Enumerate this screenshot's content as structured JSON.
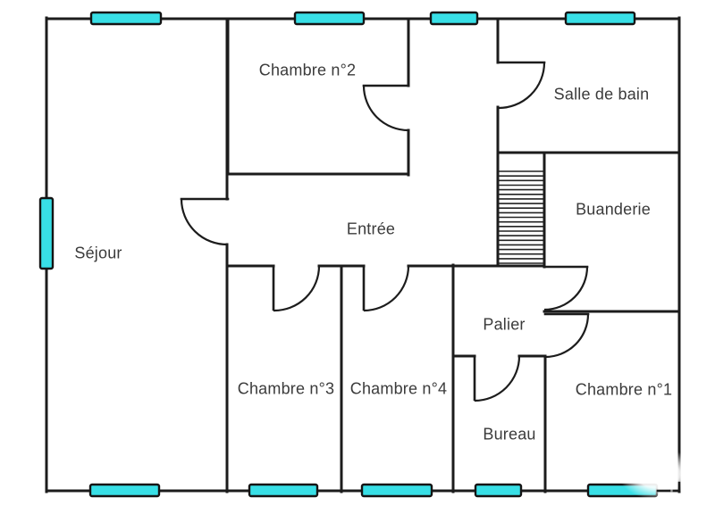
{
  "plan": {
    "type": "floor-plan",
    "language": "French",
    "rooms": {
      "sejour": {
        "label": "Séjour"
      },
      "chambre2": {
        "label": "Chambre n°2"
      },
      "salle_de_bain": {
        "label": "Salle de bain"
      },
      "entree": {
        "label": "Entrée"
      },
      "buanderie": {
        "label": "Buanderie"
      },
      "palier": {
        "label": "Palier"
      },
      "chambre3": {
        "label": "Chambre n°3"
      },
      "chambre4": {
        "label": "Chambre n°4"
      },
      "bureau": {
        "label": "Bureau"
      },
      "chambre1": {
        "label": "Chambre n°1"
      }
    },
    "windows": [
      {
        "wall": "top",
        "room": "Séjour"
      },
      {
        "wall": "top",
        "room": "Chambre n°2"
      },
      {
        "wall": "top",
        "room": "Entrée"
      },
      {
        "wall": "top",
        "room": "Salle de bain"
      },
      {
        "wall": "left",
        "room": "Séjour"
      },
      {
        "wall": "bottom",
        "room": "Séjour"
      },
      {
        "wall": "bottom",
        "room": "Chambre n°3"
      },
      {
        "wall": "bottom",
        "room": "Chambre n°4"
      },
      {
        "wall": "bottom",
        "room": "Bureau"
      },
      {
        "wall": "bottom",
        "room": "Chambre n°1"
      }
    ],
    "staircase": {
      "location": "center-right, between Entrée and Buanderie, landing on Palier",
      "tread_lines": 21
    },
    "door_count": 8,
    "colors": {
      "wall": "#1c1c1c",
      "window_fill": "#38dfe6",
      "label_text": "#3b3b3b",
      "background": "#ffffff"
    }
  }
}
